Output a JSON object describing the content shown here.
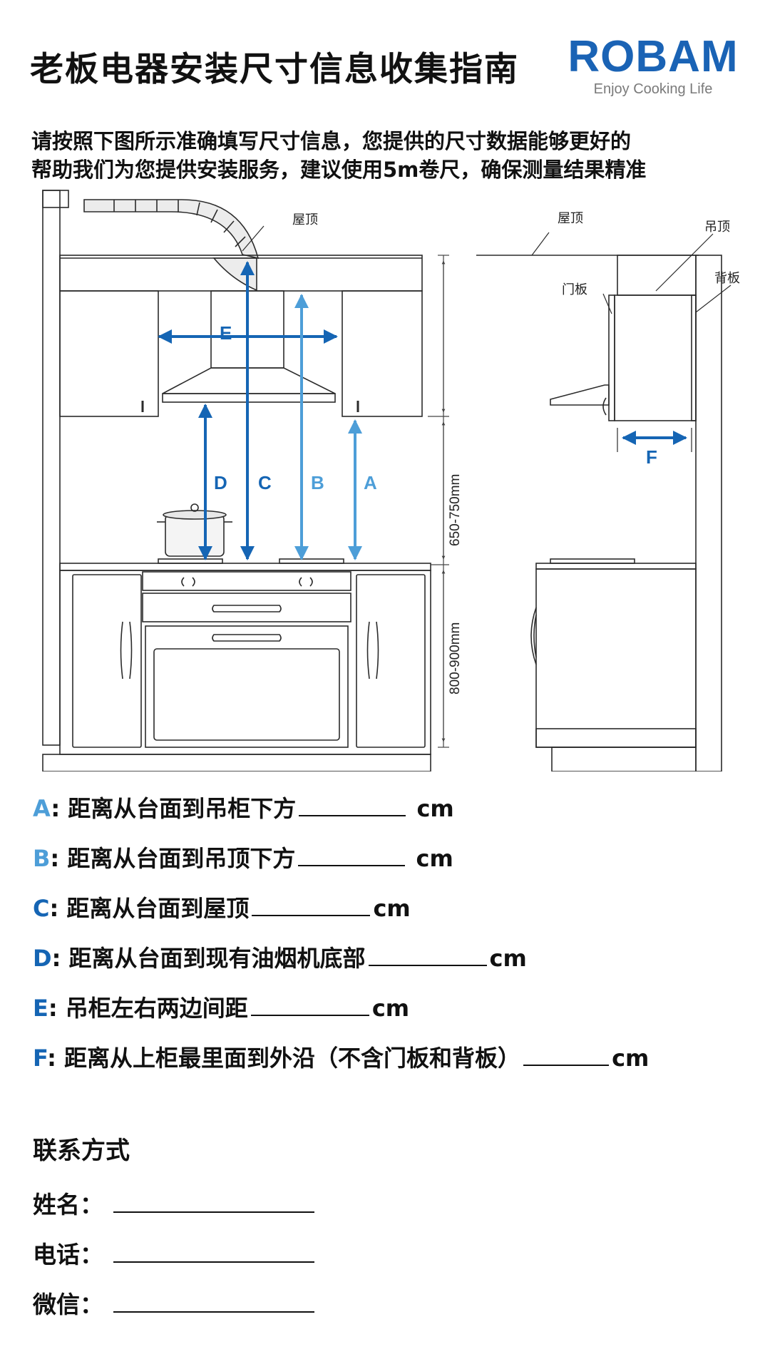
{
  "header": {
    "title": "老板电器安装尺寸信息收集指南",
    "logo": "ROBAM",
    "tagline": "Enjoy Cooking Life"
  },
  "intro": {
    "line1": "请按照下图所示准确填写尺寸信息，您提供的尺寸数据能够更好的",
    "line2": "帮助我们为您提供安装服务，建议使用5m卷尺，确保测量结果精准"
  },
  "diagram": {
    "front": {
      "roof": "屋顶",
      "dim_upper": "650-750mm",
      "dim_lower": "800-900mm",
      "letters": {
        "A": "A",
        "B": "B",
        "C": "C",
        "D": "D",
        "E": "E"
      }
    },
    "side": {
      "roof": "屋顶",
      "ceiling": "吊顶",
      "door_panel": "门板",
      "back_panel": "背板",
      "letter_f": "F"
    },
    "colors": {
      "dark_blue": "#1565b4",
      "light_blue": "#4d9ed8",
      "line": "#2b2b2b"
    }
  },
  "measurements": [
    {
      "letter": "A",
      "text": ": 距离从台面到吊柜下方",
      "unit": "cm"
    },
    {
      "letter": "B",
      "text": ": 距离从台面到吊顶下方",
      "unit": "cm"
    },
    {
      "letter": "C",
      "text": ": 距离从台面到屋顶",
      "unit": "cm"
    },
    {
      "letter": "D",
      "text": ": 距离从台面到现有油烟机底部",
      "unit": "cm"
    },
    {
      "letter": "E",
      "text": ": 吊柜左右两边间距",
      "unit": "cm"
    },
    {
      "letter": "F",
      "text": ": 距离从上柜最里面到外沿（不含门板和背板）",
      "unit": "cm"
    }
  ],
  "contact": {
    "title": "联系方式",
    "name_label": "姓名：",
    "phone_label": "电话：",
    "wechat_label": "微信："
  }
}
